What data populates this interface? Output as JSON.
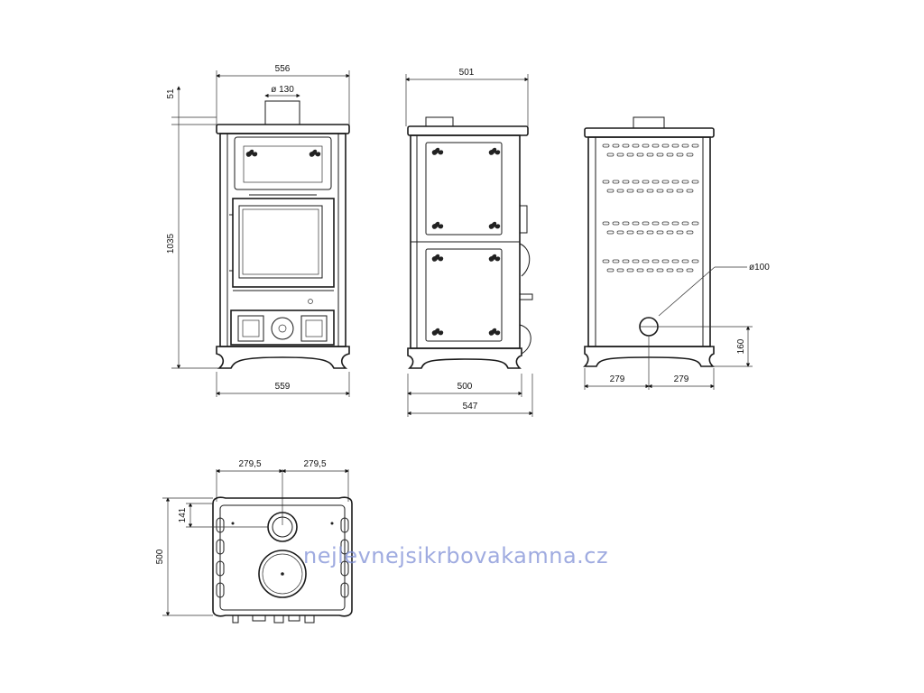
{
  "front_view": {
    "width_top": "556",
    "flue_diameter": "ø 130",
    "top_height": "51",
    "total_height": "1035",
    "width_bottom": "559"
  },
  "side_view": {
    "depth_top": "501",
    "depth_body": "500",
    "depth_total": "547"
  },
  "back_view": {
    "air_inlet_diameter": "ø100",
    "inlet_height": "160",
    "left_offset": "279",
    "right_offset": "279"
  },
  "top_view": {
    "left_offset": "279,5",
    "right_offset": "279,5",
    "flue_offset": "141",
    "depth": "500"
  },
  "watermark": "nejlevnejsikrbovakamna.cz"
}
